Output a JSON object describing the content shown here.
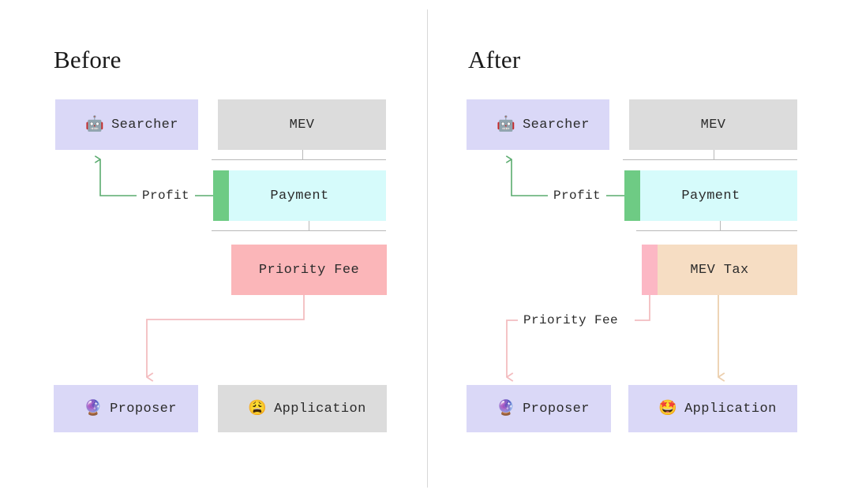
{
  "panels": [
    {
      "id": "before",
      "title": "Before",
      "boxes": {
        "searcher": {
          "label": "Searcher",
          "emoji": "🤖",
          "emoji_name": "robot-face-emoji",
          "color": "#dad8f7"
        },
        "mev": {
          "label": "MEV",
          "color": "#dcdcdc"
        },
        "payment": {
          "label": "Payment",
          "color": "#d6fbfb",
          "accent": "#6ecb84",
          "accent_name": "profit-segment"
        },
        "fee": {
          "label": "Priority Fee",
          "color": "#fbb6b9"
        },
        "proposer": {
          "label": "Proposer",
          "emoji": "🔮",
          "emoji_name": "crystal-ball-emoji",
          "color": "#dad8f7"
        },
        "application": {
          "label": "Application",
          "emoji": "😩",
          "emoji_name": "weary-face-emoji",
          "color": "#dcdcdc"
        }
      },
      "edges": [
        {
          "label": "Profit",
          "from": "payment",
          "to": "searcher",
          "color": "#5aab6e"
        },
        {
          "label": "",
          "from": "fee",
          "to": "proposer",
          "color": "#f3bdc0"
        }
      ]
    },
    {
      "id": "after",
      "title": "After",
      "boxes": {
        "searcher": {
          "label": "Searcher",
          "emoji": "🤖",
          "emoji_name": "robot-face-emoji",
          "color": "#dad8f7"
        },
        "mev": {
          "label": "MEV",
          "color": "#dcdcdc"
        },
        "payment": {
          "label": "Payment",
          "color": "#d6fbfb",
          "accent": "#6ecb84",
          "accent_name": "profit-segment"
        },
        "mevtax": {
          "label": "MEV Tax",
          "color": "#f6ddc3",
          "accent": "#fcb7c4",
          "accent_name": "priority-fee-segment"
        },
        "proposer": {
          "label": "Proposer",
          "emoji": "🔮",
          "emoji_name": "crystal-ball-emoji",
          "color": "#dad8f7"
        },
        "application": {
          "label": "Application",
          "emoji": "🤩",
          "emoji_name": "star-struck-emoji",
          "color": "#dad8f7"
        }
      },
      "edges": [
        {
          "label": "Profit",
          "from": "payment",
          "to": "searcher",
          "color": "#5aab6e"
        },
        {
          "label": "Priority Fee",
          "from": "mevtax",
          "to": "proposer",
          "color": "#f3bdc0"
        },
        {
          "label": "",
          "from": "mevtax",
          "to": "application",
          "color": "#eccfae"
        }
      ]
    }
  ],
  "colors": {
    "background": "#ffffff",
    "divider": "#d8d8d8",
    "rule": "#b9b9b9",
    "text": "#2b2b2b",
    "title": "#1a1a1a",
    "green_arrow": "#5aab6e",
    "pink_arrow": "#f3bdc0",
    "tan_arrow": "#eccfae"
  }
}
